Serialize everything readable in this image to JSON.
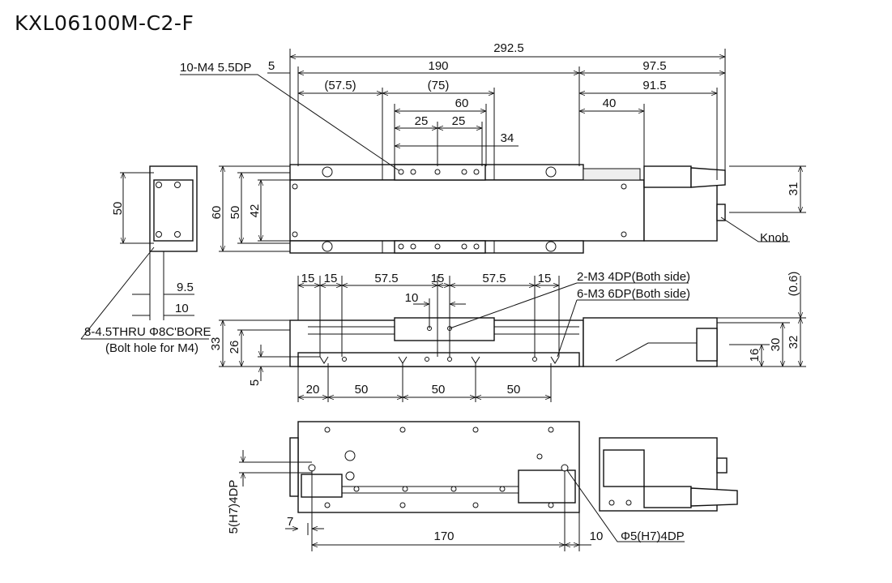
{
  "title": "KXL06100M-C2-F",
  "top_view": {
    "dims": {
      "overall": "292.5",
      "offset": "5",
      "stroke": "190",
      "motor": "97.5",
      "left": "(57.5)",
      "carriage": "(75)",
      "motor_inner": "91.5",
      "hole_span": "60",
      "motor_step": "40",
      "pitch1": "25",
      "pitch2": "25",
      "hole_reach": "34",
      "h31": "31"
    },
    "callout_tap": "10-M4 5.5DP",
    "callout_knob": "Knob"
  },
  "side_view": {
    "dims": {
      "h50": "50",
      "h60": "60",
      "h50b": "50",
      "h42": "42",
      "d9_5": "9.5",
      "d10": "10"
    },
    "callout_bolt": "8-4.5THRU Φ8C'BORE",
    "callout_bolt_note": "(Bolt hole for M4)"
  },
  "front_view": {
    "top_dims": [
      "15",
      "15",
      "57.5",
      "15",
      "57.5",
      "15"
    ],
    "d10": "10",
    "callout_m3a": "2-M3 4DP(Both side)",
    "callout_m3b": "6-M3 6DP(Both side)",
    "right_dims": {
      "gap": "(0.6)",
      "h30": "30",
      "h32": "32",
      "h16": "16"
    },
    "left_dims": {
      "h33": "33",
      "h26": "26",
      "h5": "5"
    },
    "bottom_dims": [
      "20",
      "50",
      "50",
      "50"
    ]
  },
  "bottom_view": {
    "pin_label": "5(H7)4DP",
    "d7": "7",
    "d170": "170",
    "d10": "10",
    "callout_pin": "Φ5(H7)4DP"
  }
}
